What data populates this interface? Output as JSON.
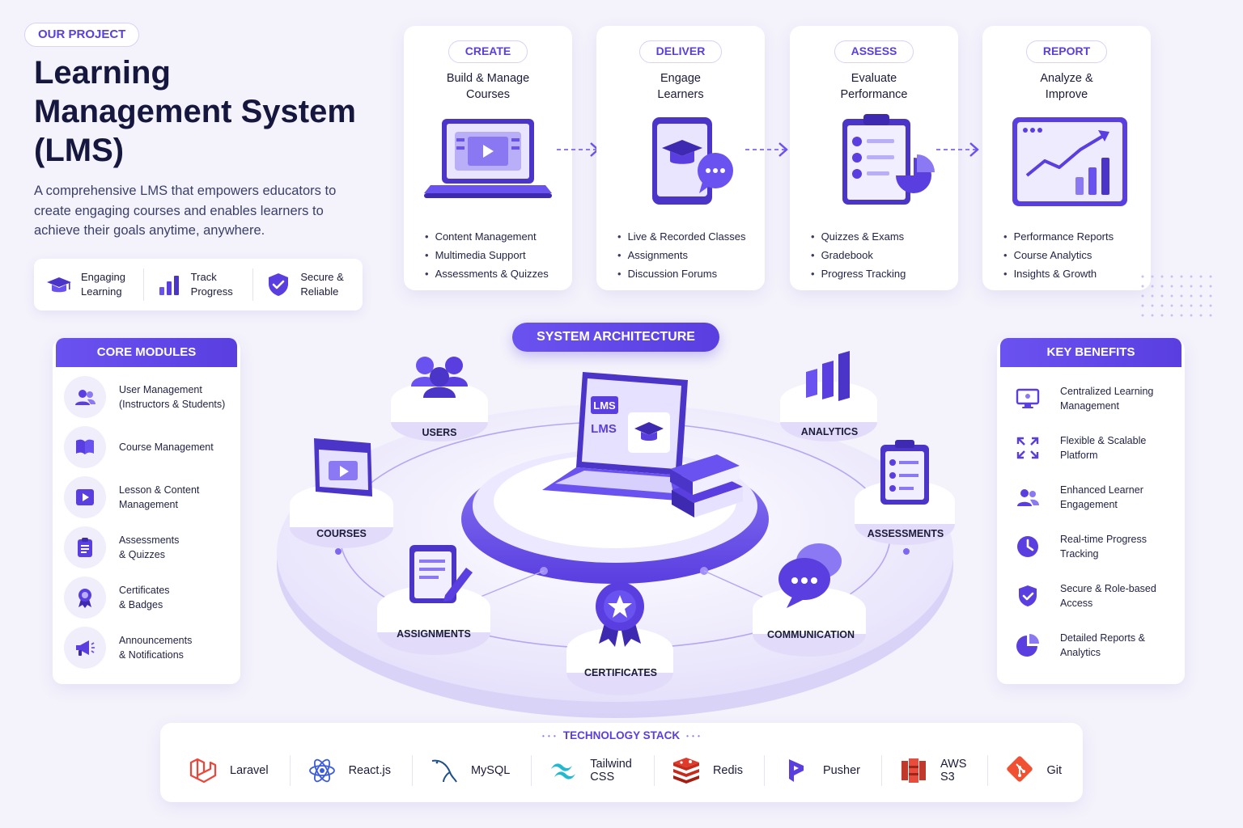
{
  "hero": {
    "tag": "OUR PROJECT",
    "title_line1": "Learning",
    "title_line2": "Management System",
    "title_line3": "(LMS)",
    "description": "A comprehensive LMS that empowers educators to create engaging courses and enables learners to achieve their goals anytime, anywhere.",
    "features": [
      {
        "icon": "graduation-cap-icon",
        "line1": "Engaging",
        "line2": "Learning"
      },
      {
        "icon": "bar-chart-icon",
        "line1": "Track",
        "line2": "Progress"
      },
      {
        "icon": "shield-check-icon",
        "line1": "Secure &",
        "line2": "Reliable"
      }
    ]
  },
  "steps": [
    {
      "tag": "CREATE",
      "title_line1": "Build & Manage",
      "title_line2": "Courses",
      "icon": "laptop-video-icon",
      "bullets": [
        "Content Management",
        "Multimedia Support",
        "Assessments & Quizzes"
      ]
    },
    {
      "tag": "DELIVER",
      "title_line1": "Engage",
      "title_line2": "Learners",
      "icon": "tablet-chat-icon",
      "bullets": [
        "Live & Recorded Classes",
        "Assignments",
        "Discussion Forums"
      ]
    },
    {
      "tag": "ASSESS",
      "title_line1": "Evaluate",
      "title_line2": "Performance",
      "icon": "clipboard-pie-icon",
      "bullets": [
        "Quizzes & Exams",
        "Gradebook",
        "Progress Tracking"
      ]
    },
    {
      "tag": "REPORT",
      "title_line1": "Analyze &",
      "title_line2": "Improve",
      "icon": "growth-chart-icon",
      "bullets": [
        "Performance Reports",
        "Course Analytics",
        "Insights & Growth"
      ]
    }
  ],
  "core_modules": {
    "title": "CORE MODULES",
    "items": [
      {
        "icon": "users-icon",
        "line1": "User Management",
        "line2": "(Instructors & Students)"
      },
      {
        "icon": "book-icon",
        "line1": "Course Management",
        "line2": ""
      },
      {
        "icon": "video-lesson-icon",
        "line1": "Lesson & Content",
        "line2": "Management"
      },
      {
        "icon": "clipboard-icon",
        "line1": "Assessments",
        "line2": "& Quizzes"
      },
      {
        "icon": "badge-icon",
        "line1": "Certificates",
        "line2": "& Badges"
      },
      {
        "icon": "megaphone-icon",
        "line1": "Announcements",
        "line2": "& Notifications"
      }
    ]
  },
  "architecture": {
    "title": "SYSTEM ARCHITECTURE",
    "screen_text_1": "LMS",
    "screen_text_2": "LMS",
    "nodes": {
      "users": "USERS",
      "analytics": "ANALYTICS",
      "courses": "COURSES",
      "assessments": "ASSESSMENTS",
      "assignments": "ASSIGNMENTS",
      "certificates": "CERTIFICATES",
      "communication": "COMMUNICATION"
    }
  },
  "key_benefits": {
    "title": "KEY BENEFITS",
    "items": [
      {
        "icon": "monitor-icon",
        "line1": "Centralized Learning",
        "line2": "Management"
      },
      {
        "icon": "expand-arrows-icon",
        "line1": "Flexible & Scalable",
        "line2": "Platform"
      },
      {
        "icon": "users-icon",
        "line1": "Enhanced Learner",
        "line2": "Engagement"
      },
      {
        "icon": "clock-icon",
        "line1": "Real-time Progress",
        "line2": "Tracking"
      },
      {
        "icon": "shield-check-icon",
        "line1": "Secure & Role-based",
        "line2": "Access"
      },
      {
        "icon": "pie-chart-icon",
        "line1": "Detailed Reports &",
        "line2": "Analytics"
      }
    ]
  },
  "tech_stack": {
    "title": "TECHNOLOGY STACK",
    "items": [
      {
        "icon": "laravel-icon",
        "label": "Laravel"
      },
      {
        "icon": "react-icon",
        "label": "React.js"
      },
      {
        "icon": "mysql-icon",
        "label": "MySQL"
      },
      {
        "icon": "tailwind-icon",
        "label": "Tailwind CSS"
      },
      {
        "icon": "redis-icon",
        "label": "Redis"
      },
      {
        "icon": "pusher-icon",
        "label": "Pusher"
      },
      {
        "icon": "aws-s3-icon",
        "label": "AWS S3"
      },
      {
        "icon": "git-icon",
        "label": "Git"
      }
    ]
  },
  "colors": {
    "accent": "#5b3fdc",
    "accent_light": "#8b78f3",
    "background": "#f4f3fb",
    "text_dark": "#15173f"
  }
}
